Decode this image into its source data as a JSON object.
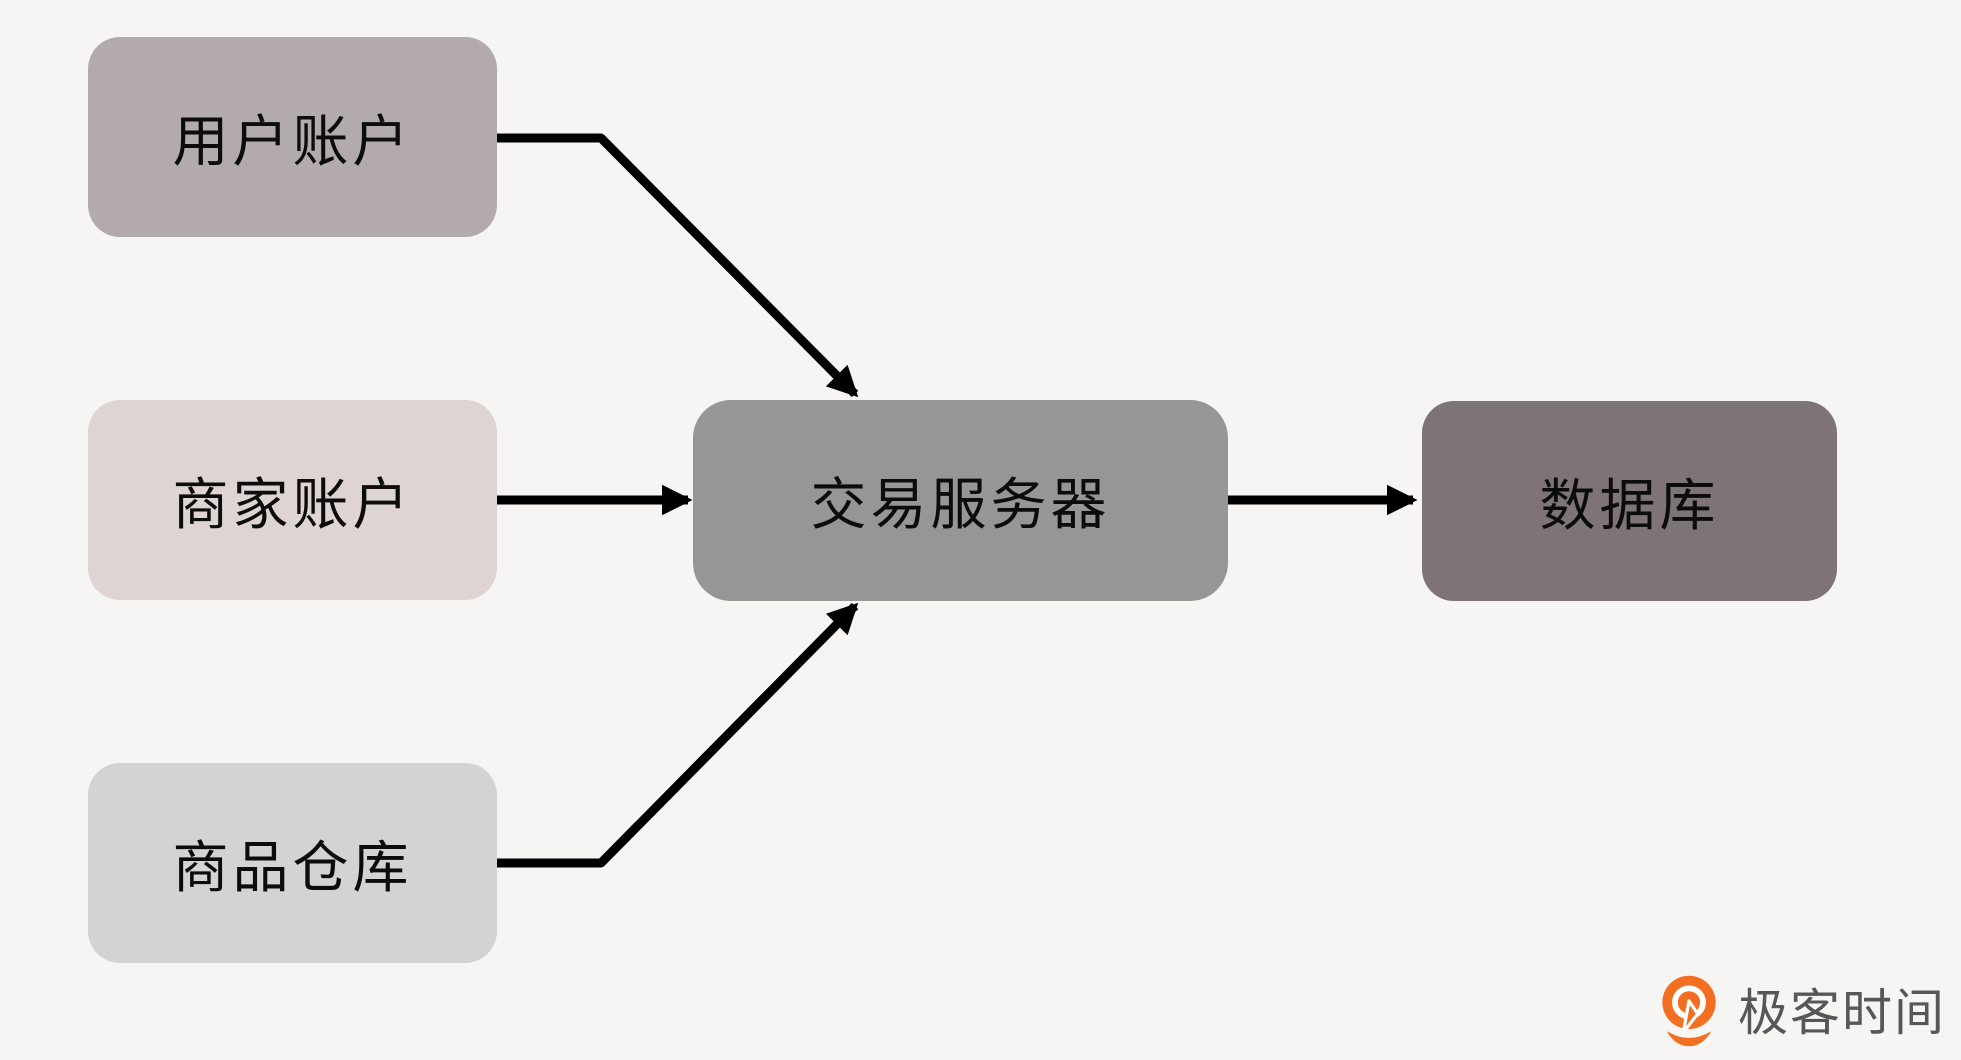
{
  "diagram": {
    "title": "transaction-system-flow",
    "background_color": "#f7f5f4",
    "node_text_color": "#0c0c0c",
    "arrow_color": "#000000",
    "nodes": [
      {
        "id": "user-account",
        "label": "用户账户",
        "fill": "#b3abab"
      },
      {
        "id": "merchant-account",
        "label": "商家账户",
        "fill": "#ded4d2"
      },
      {
        "id": "product-warehouse",
        "label": "商品仓库",
        "fill": "#d3d3d3"
      },
      {
        "id": "transaction-server",
        "label": "交易服务器",
        "fill": "#989596"
      },
      {
        "id": "database",
        "label": "数据库",
        "fill": "#7e7475"
      }
    ],
    "edges": [
      {
        "from": "用户账户",
        "to": "交易服务器"
      },
      {
        "from": "商家账户",
        "to": "交易服务器"
      },
      {
        "from": "商品仓库",
        "to": "交易服务器"
      },
      {
        "from": "交易服务器",
        "to": "数据库"
      }
    ]
  },
  "branding": {
    "logo_text": "极客时间",
    "logo_text_color": "#595659",
    "logo_icon_color": "#f26e21",
    "logo_icon_name": "geektime-q-pin-icon"
  }
}
